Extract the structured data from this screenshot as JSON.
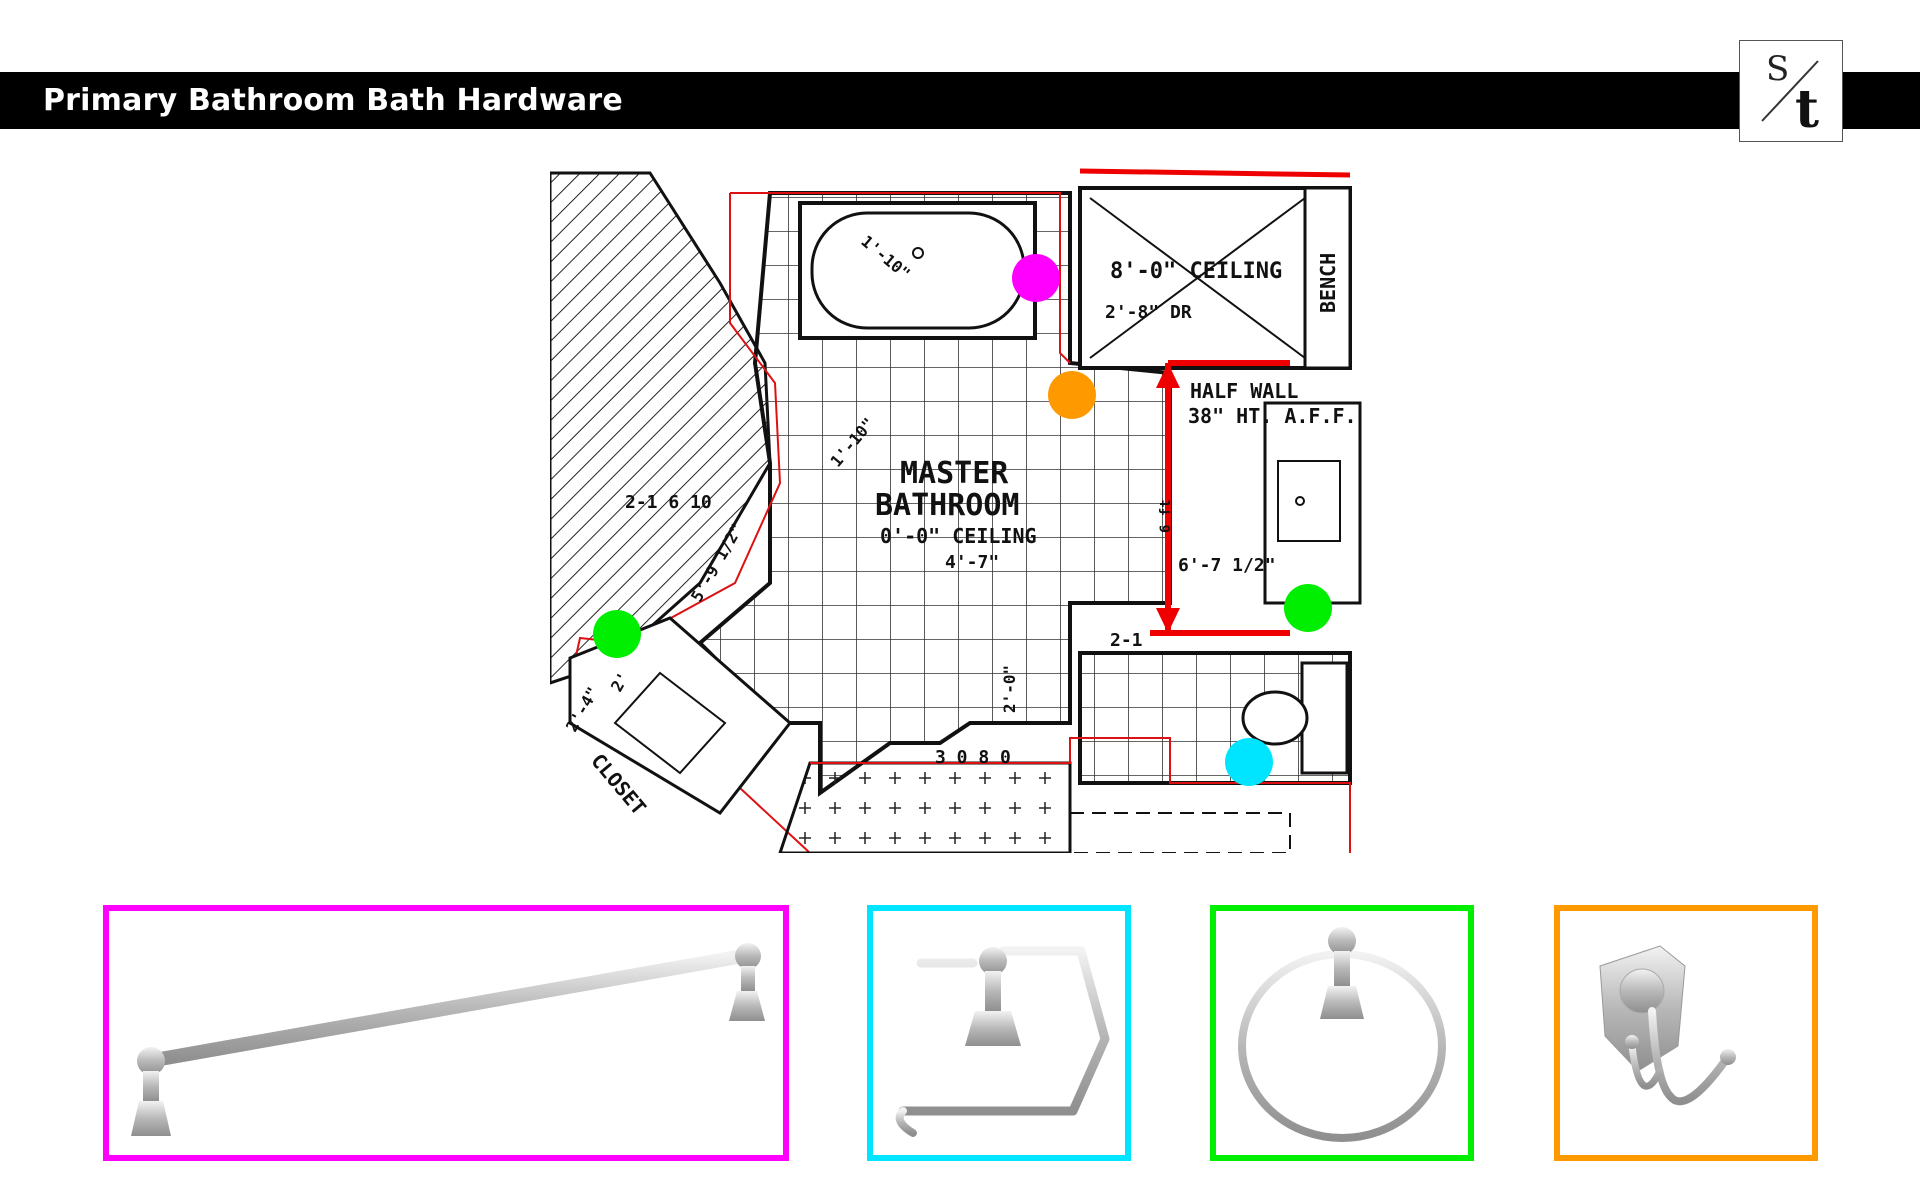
{
  "header": {
    "title": "Primary Bathroom Bath Hardware",
    "logo": {
      "top": "S",
      "bottom": "t"
    }
  },
  "plan": {
    "labels": {
      "room_name_1": "MASTER",
      "room_name_2": "BATHROOM",
      "room_ceiling": "0'-0\" CEILING",
      "shower_ceiling": "8'-0\" CEILING",
      "shower_door": "2'-8\" DR",
      "bench": "BENCH",
      "half_wall_1": "HALF WALL",
      "half_wall_2": "38\" HT. A.F.F.",
      "closet": "CLOSET",
      "dim_tub": "1'-10\"",
      "dim_diag": "1'-10\"",
      "dim_width": "4'-7\"",
      "dim_half": "6'-7 1/2\"",
      "dim_vert": "6 ft",
      "dim_door_left": "2-1 6 10",
      "dim_door_right": "2-1",
      "dim_diag2": "5'-9 1/2\"",
      "dim_left": "2'",
      "dim_left2": "2'-4\"",
      "dim_bottom": "2'-0\"",
      "dim_bay": "3 0 8 0"
    }
  },
  "markers": [
    {
      "name": "magenta",
      "color": "#ff00ff"
    },
    {
      "name": "orange",
      "color": "#ff9900"
    },
    {
      "name": "green-left",
      "color": "#00ee00"
    },
    {
      "name": "green-right",
      "color": "#00ee00"
    },
    {
      "name": "cyan",
      "color": "#00e5ff"
    }
  ],
  "products": [
    {
      "name": "towel-bar",
      "border": "#ff00ff"
    },
    {
      "name": "toilet-paper-holder",
      "border": "#00e5ff"
    },
    {
      "name": "towel-ring",
      "border": "#00ee00"
    },
    {
      "name": "robe-hook",
      "border": "#ff9900"
    }
  ]
}
